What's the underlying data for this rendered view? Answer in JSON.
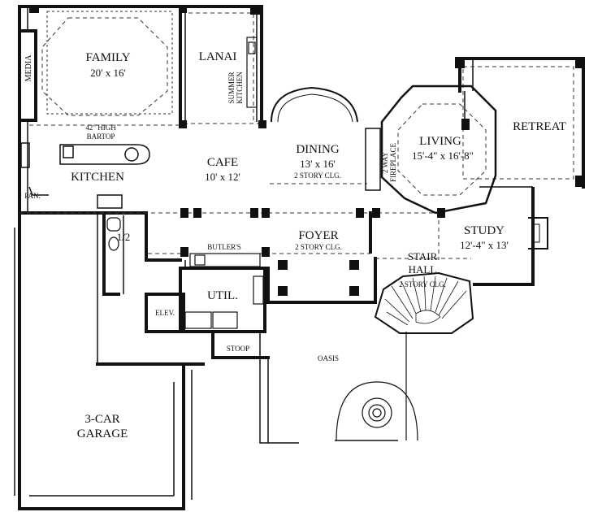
{
  "rooms": {
    "family": {
      "name": "FAMILY",
      "dims": "20' x 16'"
    },
    "media": {
      "name": "MEDIA"
    },
    "lanai": {
      "name": "LANAI"
    },
    "summer_kitchen": {
      "line1": "SUMMER",
      "line2": "KITCHEN"
    },
    "bartop": {
      "line1": "42\" HIGH",
      "line2": "BARTOP"
    },
    "kitchen": {
      "name": "KITCHEN"
    },
    "pantry": {
      "name": "PAN."
    },
    "cafe": {
      "name": "CAFE",
      "dims": "10' x 12'"
    },
    "dining": {
      "name": "DINING",
      "dims": "13' x 16'",
      "note": "2 STORY CLG."
    },
    "fireplace": {
      "line1": "2 WAY",
      "line2": "FIREPLACE"
    },
    "living": {
      "name": "LIVING",
      "dims": "15'-4\" x 16'-8\""
    },
    "retreat": {
      "name": "RETREAT"
    },
    "half_bath": {
      "name": "1/2"
    },
    "butlers": {
      "name": "BUTLER'S"
    },
    "foyer": {
      "name": "FOYER",
      "note": "2 STORY CLG."
    },
    "study": {
      "name": "STUDY",
      "dims": "12'-4\" x 13'"
    },
    "stair_hall": {
      "line1": "STAIR",
      "line2": "HALL",
      "note": "2 STORY CLG."
    },
    "util": {
      "name": "UTIL."
    },
    "elev": {
      "name": "ELEV."
    },
    "stoop": {
      "name": "STOOP"
    },
    "oasis": {
      "name": "OASIS"
    },
    "garage": {
      "line1": "3-CAR",
      "line2": "GARAGE"
    }
  }
}
